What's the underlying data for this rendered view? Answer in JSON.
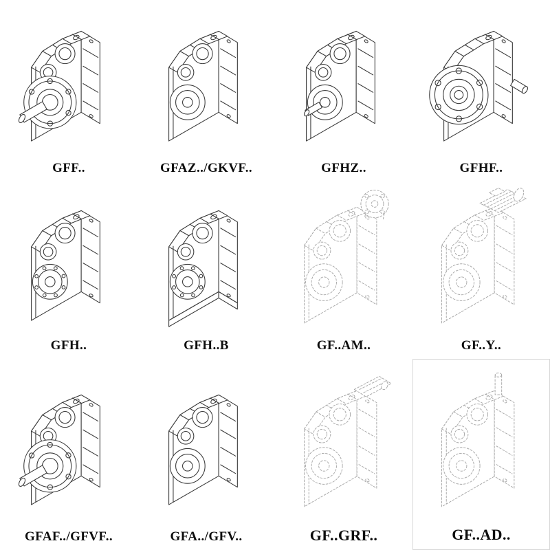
{
  "page": {
    "background": "#ffffff",
    "line_color": "#3a3a3a",
    "faint_line_color": "#a8a8a8",
    "label_color": "#0d0d0d"
  },
  "grid": {
    "rows": 3,
    "cols": 4,
    "cells": [
      {
        "label": "GFF..",
        "variant": "flange-shaft",
        "style": "solid"
      },
      {
        "label": "GFAZ../GKVF..",
        "variant": "hollow-shaft",
        "style": "solid"
      },
      {
        "label": "GFHZ..",
        "variant": "hollow-stub-shaft",
        "style": "solid"
      },
      {
        "label": "GFHF..",
        "variant": "front-flange",
        "style": "solid"
      },
      {
        "label": "GFH..",
        "variant": "bearing-face",
        "style": "solid"
      },
      {
        "label": "GFH..B",
        "variant": "bearing-face-base",
        "style": "solid"
      },
      {
        "label": "GF..AM..",
        "variant": "input-flange-adapter",
        "style": "dashed"
      },
      {
        "label": "GF..Y..",
        "variant": "motor-mounted",
        "style": "dashed"
      },
      {
        "label": "GFAF../GFVF..",
        "variant": "flange-shaft",
        "style": "solid"
      },
      {
        "label": "GFA../GFV..",
        "variant": "hollow-shaft",
        "style": "solid"
      },
      {
        "label": "GF..GRF..",
        "variant": "input-block-adapter",
        "style": "dashed",
        "label_large": true
      },
      {
        "label": "GF..AD..",
        "variant": "input-shaft-adapter",
        "style": "dashed",
        "label_large": true,
        "boxed": true
      }
    ]
  }
}
